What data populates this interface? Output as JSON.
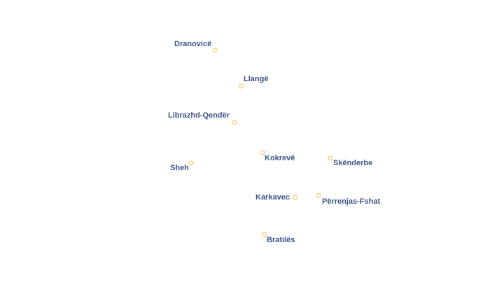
{
  "places": [
    {
      "id": "dranovice",
      "name": "Dranovicë"
    },
    {
      "id": "llange",
      "name": "Llangë"
    },
    {
      "id": "librazhd-qender",
      "name": "Librazhd-Qendër"
    },
    {
      "id": "sheh",
      "name": "Sheh"
    },
    {
      "id": "kokreve",
      "name": "Kokrevë"
    },
    {
      "id": "skenderbe",
      "name": "Skënderbe"
    },
    {
      "id": "karkavec",
      "name": "Karkavec"
    },
    {
      "id": "perrenjas-fshat",
      "name": "Përrenjas-Fshat"
    },
    {
      "id": "bratiles",
      "name": "Bratilës"
    }
  ],
  "colors": {
    "marker": "#f2c466",
    "label": "#3b5487",
    "halo": "#ffffff"
  }
}
